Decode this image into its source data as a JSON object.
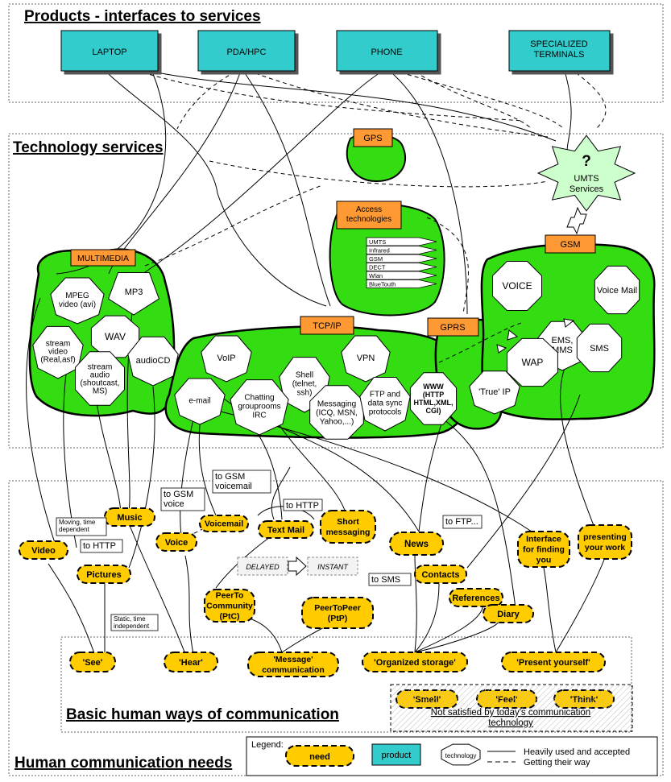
{
  "sections": {
    "products_title": "Products - interfaces to services",
    "technology_title": "Technology services",
    "basic_title": "Basic human ways of communication",
    "needs_title": "Human communication needs"
  },
  "products": [
    "LAPTOP",
    "PDA/HPC",
    "PHONE",
    "SPECIALIZED|TERMINALS"
  ],
  "blobs": {
    "gps": "GPS",
    "access": "Access|technologies",
    "multimedia": "MULTIMEDIA",
    "tcpip": "TCP/IP",
    "gprs": "GPRS",
    "gsm": "GSM"
  },
  "umts": {
    "mark": "?",
    "label": "UMTS|Services"
  },
  "access_list": [
    "UMTS",
    "Infrared",
    "GSM",
    "DECT",
    "Wlan",
    "BlueTouth"
  ],
  "tech": {
    "mpeg": "MPEG|video (avi)",
    "mp3": "MP3",
    "stream_video": "stream|video|(Real,asf)",
    "wav": "WAV",
    "stream_audio": "stream|audio|(shoutcast,|MS)",
    "audiocd": "audioCD",
    "voip": "VoIP",
    "shell": "Shell|(telnet,|ssh)",
    "vpn": "VPN",
    "email": "e-mail",
    "chatting": "Chatting|grouprooms|IRC",
    "messaging": "Messaging|(ICQ, MSN,|Yahoo,...)",
    "ftp": "FTP and|data sync|protocols",
    "www": "WWW|(HTTP|HTML,XML,|CGI)",
    "voice": "VOICE",
    "voicemail_tech": "Voice Mail",
    "ems": "EMS,|MMS",
    "sms": "SMS",
    "wap": "WAP",
    "trueip": "'True' IP"
  },
  "needs": {
    "music": "Music",
    "video": "Video",
    "pictures": "Pictures",
    "voice": "Voice",
    "voicemail": "Voicemail",
    "textmail": "Text Mail",
    "shortmsg": "Short|messaging",
    "news": "News",
    "contacts": "Contacts",
    "references": "References",
    "diary": "Diary",
    "interface": "Interface|for finding|you",
    "presenting": "presenting|your work",
    "ptc": "PeerTo|Community|(PtC)",
    "ptp": "PeerToPeer|(PtP)",
    "see": "'See'",
    "hear": "'Hear'",
    "message": "'Message'|communication",
    "organized": "'Organized storage'",
    "present": "'Present yourself'",
    "smell": "'Smell'",
    "feel": "'Feel'",
    "think": "'Think'"
  },
  "notes": {
    "to_gsm_voicemail": "to GSM|voicemail",
    "to_gsm_voice": "to GSM|voice",
    "to_http_text": "to HTTP",
    "to_http_pic": "to HTTP",
    "to_ftp": "to FTP...",
    "to_sms": "to SMS",
    "moving": "Moving, time|dependent",
    "static": "Static, time|independent",
    "delayed": "DELAYED",
    "instant": "INSTANT"
  },
  "not_satisfied": "Not satisfied by today's communication|technology",
  "legend": {
    "title": "Legend:",
    "need": "need",
    "product": "product",
    "technology": "technology",
    "heavy": "Heavily used and accepted",
    "getting": "Getting their  way"
  },
  "colors": {
    "product_fill": "#33cccc",
    "blob_fill": "#33dd11",
    "need_fill": "#ffcc00",
    "label_fill": "#ff9933",
    "umts_fill": "#ccffcc"
  }
}
